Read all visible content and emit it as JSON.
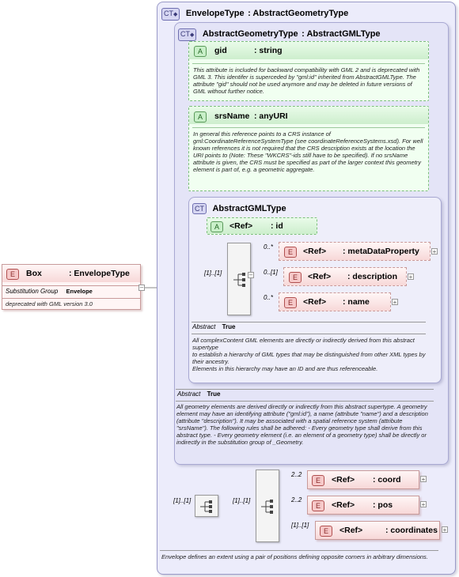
{
  "root": {
    "badge": "CT",
    "name": "EnvelopeType",
    "base": ": AbstractGeometryType",
    "documentation": "Envelope defines an extent using a pair of positions defining opposite corners in arbitrary dimensions."
  },
  "abstract_geometry": {
    "badge": "CT",
    "name": "AbstractGeometryType",
    "base": ": AbstractGMLType",
    "abstract_label": "Abstract",
    "abstract_value": "True",
    "documentation": "All geometry elements are derived directly or indirectly from this abstract supertype. A geometry element may have an identifying attribute (\"gml:id\"), a name (attribute \"name\") and a description (attribute \"description\"). It may be associated with a spatial reference system (attribute \"srsName\"). The following rules shall be adhered: - Every geometry type shall derive from this abstract type. - Every geometry element (i.e. an element of a geometry type) shall be directly or indirectly in the substitution group of _Geometry."
  },
  "attributes": [
    {
      "badge": "A",
      "name": "gid",
      "type": ": string",
      "documentation": "This attribute is included for backward compatibility with GML 2 and is deprecated with GML 3. This identifer is superceded by \"gml:id\" inherited from AbstractGMLType. The attribute \"gid\" should not be used anymore and may be deleted in future versions of GML without further notice."
    },
    {
      "badge": "A",
      "name": "srsName",
      "type": ": anyURI",
      "documentation": "In general this reference points to a CRS instance of gml:CoordinateReferenceSystemType (see coordinateReferenceSystems.xsd). For well known references it is not required that the CRS description exists at the location the URI points to (Note: These \"WKCRS\"-ids still have to be specified).  If no srsName attribute is given, the CRS must be specified as part of the larger context this geometry element is part of, e.g. a geometric aggregate."
    }
  ],
  "abstract_gml": {
    "badge": "CT",
    "name": "AbstractGMLType",
    "id_attr": {
      "badge": "A",
      "ref": "<Ref>",
      "name": ": id"
    },
    "sequence_occurs": "[1]..[1]",
    "elements": [
      {
        "badge": "E",
        "ref": "<Ref>",
        "name": ": metaDataProperty",
        "occurs": "0..*"
      },
      {
        "badge": "E",
        "ref": "<Ref>",
        "name": ": description",
        "occurs": "0..[1]"
      },
      {
        "badge": "E",
        "ref": "<Ref>",
        "name": ": name",
        "occurs": "0..*"
      }
    ],
    "abstract_label": "Abstract",
    "abstract_value": "True",
    "documentation": "All complexContent GML elements are directly or indirectly derived from this abstract supertype\nto establish a hierarchy of GML types that may be distinguished from other XML types by their ancestry.\nElements in this hierarchy may have an ID and are thus referenceable."
  },
  "box_element": {
    "badge": "E",
    "name": "Box",
    "type": ": EnvelopeType",
    "subst_label": "Substitution Group",
    "subst_value": "Envelope",
    "documentation": "deprecated with GML version 3.0"
  },
  "envelope_content": {
    "sequence_occurs": "[1]..[1]",
    "choice_occurs": "[1]..[1]",
    "elements": [
      {
        "badge": "E",
        "ref": "<Ref>",
        "name": ": coord",
        "occurs": "2..2"
      },
      {
        "badge": "E",
        "ref": "<Ref>",
        "name": ": pos",
        "occurs": "2..2"
      },
      {
        "badge": "E",
        "ref": "<Ref>",
        "name": ": coordinates",
        "occurs": "[1]..[1]"
      }
    ]
  },
  "icons": {
    "expand": "plus-icon",
    "collapse": "minus-icon",
    "sequence": "sequence-compositor-icon",
    "choice": "choice-compositor-icon"
  }
}
